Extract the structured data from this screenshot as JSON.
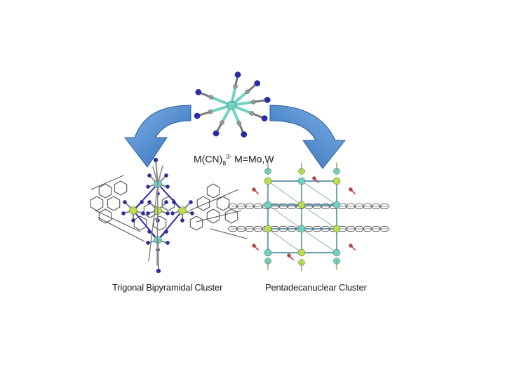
{
  "formula": {
    "prefix": "M(CN)",
    "sub": "8",
    "sup": "3-",
    "suffix": " M=Mo,W"
  },
  "captions": {
    "left": "Trigonal Bipyramidal Cluster",
    "right": "Pentadecanuclear Cluster"
  },
  "colors": {
    "arrow": "#4a86c8",
    "metal_mo": "#6fd3c3",
    "metal_fe": "#b8e04a",
    "nitrogen": "#2a2ab0",
    "carbon_bond": "#7a7a7a",
    "oxygen": "#d04040"
  }
}
